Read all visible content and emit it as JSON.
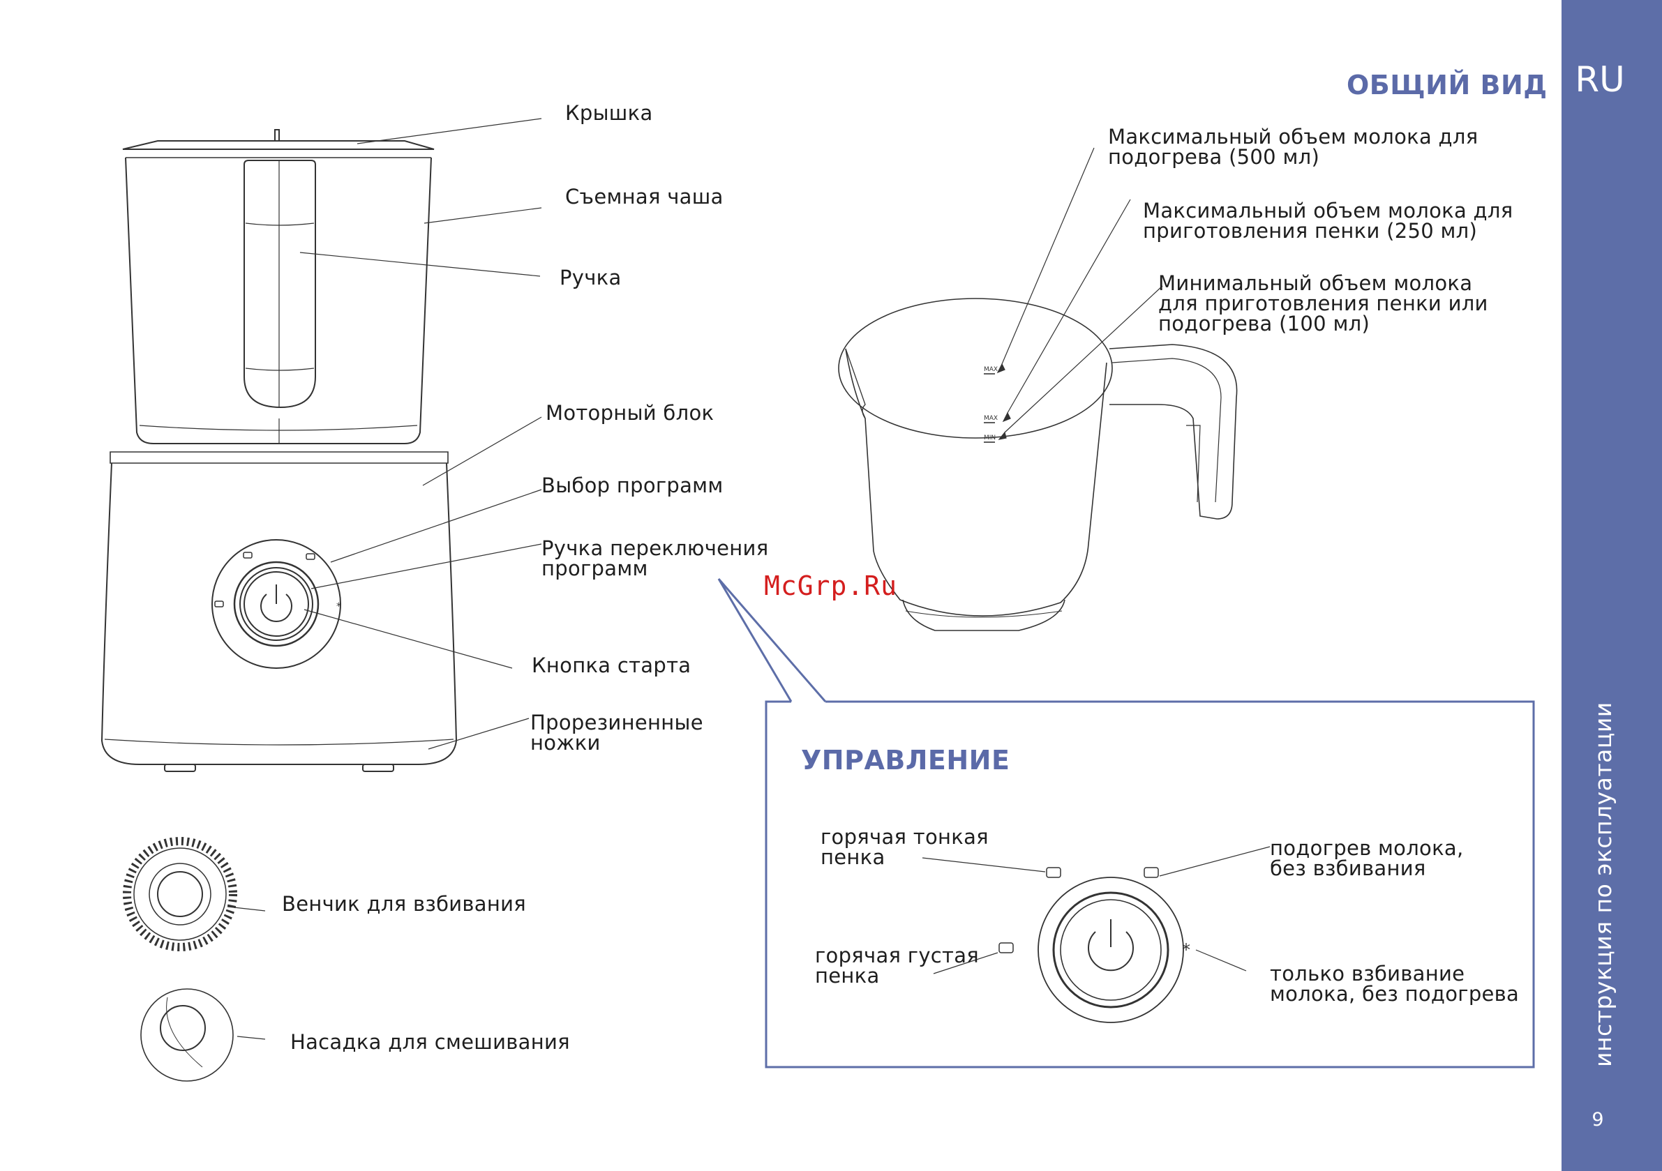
{
  "section_title": "ОБЩИЙ ВИД",
  "lang_code": "RU",
  "sidebar_text": "инструкция по эксплуатации",
  "page_number": "9",
  "watermark": "McGrp.Ru",
  "device_labels": {
    "lid": "Крышка",
    "bowl": "Съемная чаша",
    "handle": "Ручка",
    "motor": "Моторный блок",
    "program_select": "Выбор программ",
    "knob_l1": "Ручка переключения",
    "knob_l2": "программ",
    "start": "Кнопка старта",
    "feet_l1": "Прорезиненные",
    "feet_l2": "ножки",
    "whisk": "Венчик для взбивания",
    "mixer": "Насадка для смешивания"
  },
  "jug_labels": {
    "max_heat_l1": "Максимальный объем молока для",
    "max_heat_l2": "подогрева (500 мл)",
    "max_foam_l1": "Максимальный объем молока для",
    "max_foam_l2": "приготовления пенки (250 мл)",
    "min_l1": "Минимальный объем молока",
    "min_l2": "для приготовления пенки или",
    "min_l3": "подогрева (100 мл)",
    "mark_max": "MAX",
    "mark_min": "MIN"
  },
  "controls": {
    "title": "УПРАВЛЕНИЕ",
    "hot_thin_l1": "горячая тонкая",
    "hot_thin_l2": "пенка",
    "hot_thick_l1": "горячая густая",
    "hot_thick_l2": "пенка",
    "heat_l1": "подогрев молока,",
    "heat_l2": "без взбивания",
    "whip_l1": "только взбивание",
    "whip_l2": "молока, без подогрева"
  },
  "colors": {
    "accent": "#5d6ea8",
    "title": "#5b6aa8",
    "watermark": "#d41e1e"
  }
}
